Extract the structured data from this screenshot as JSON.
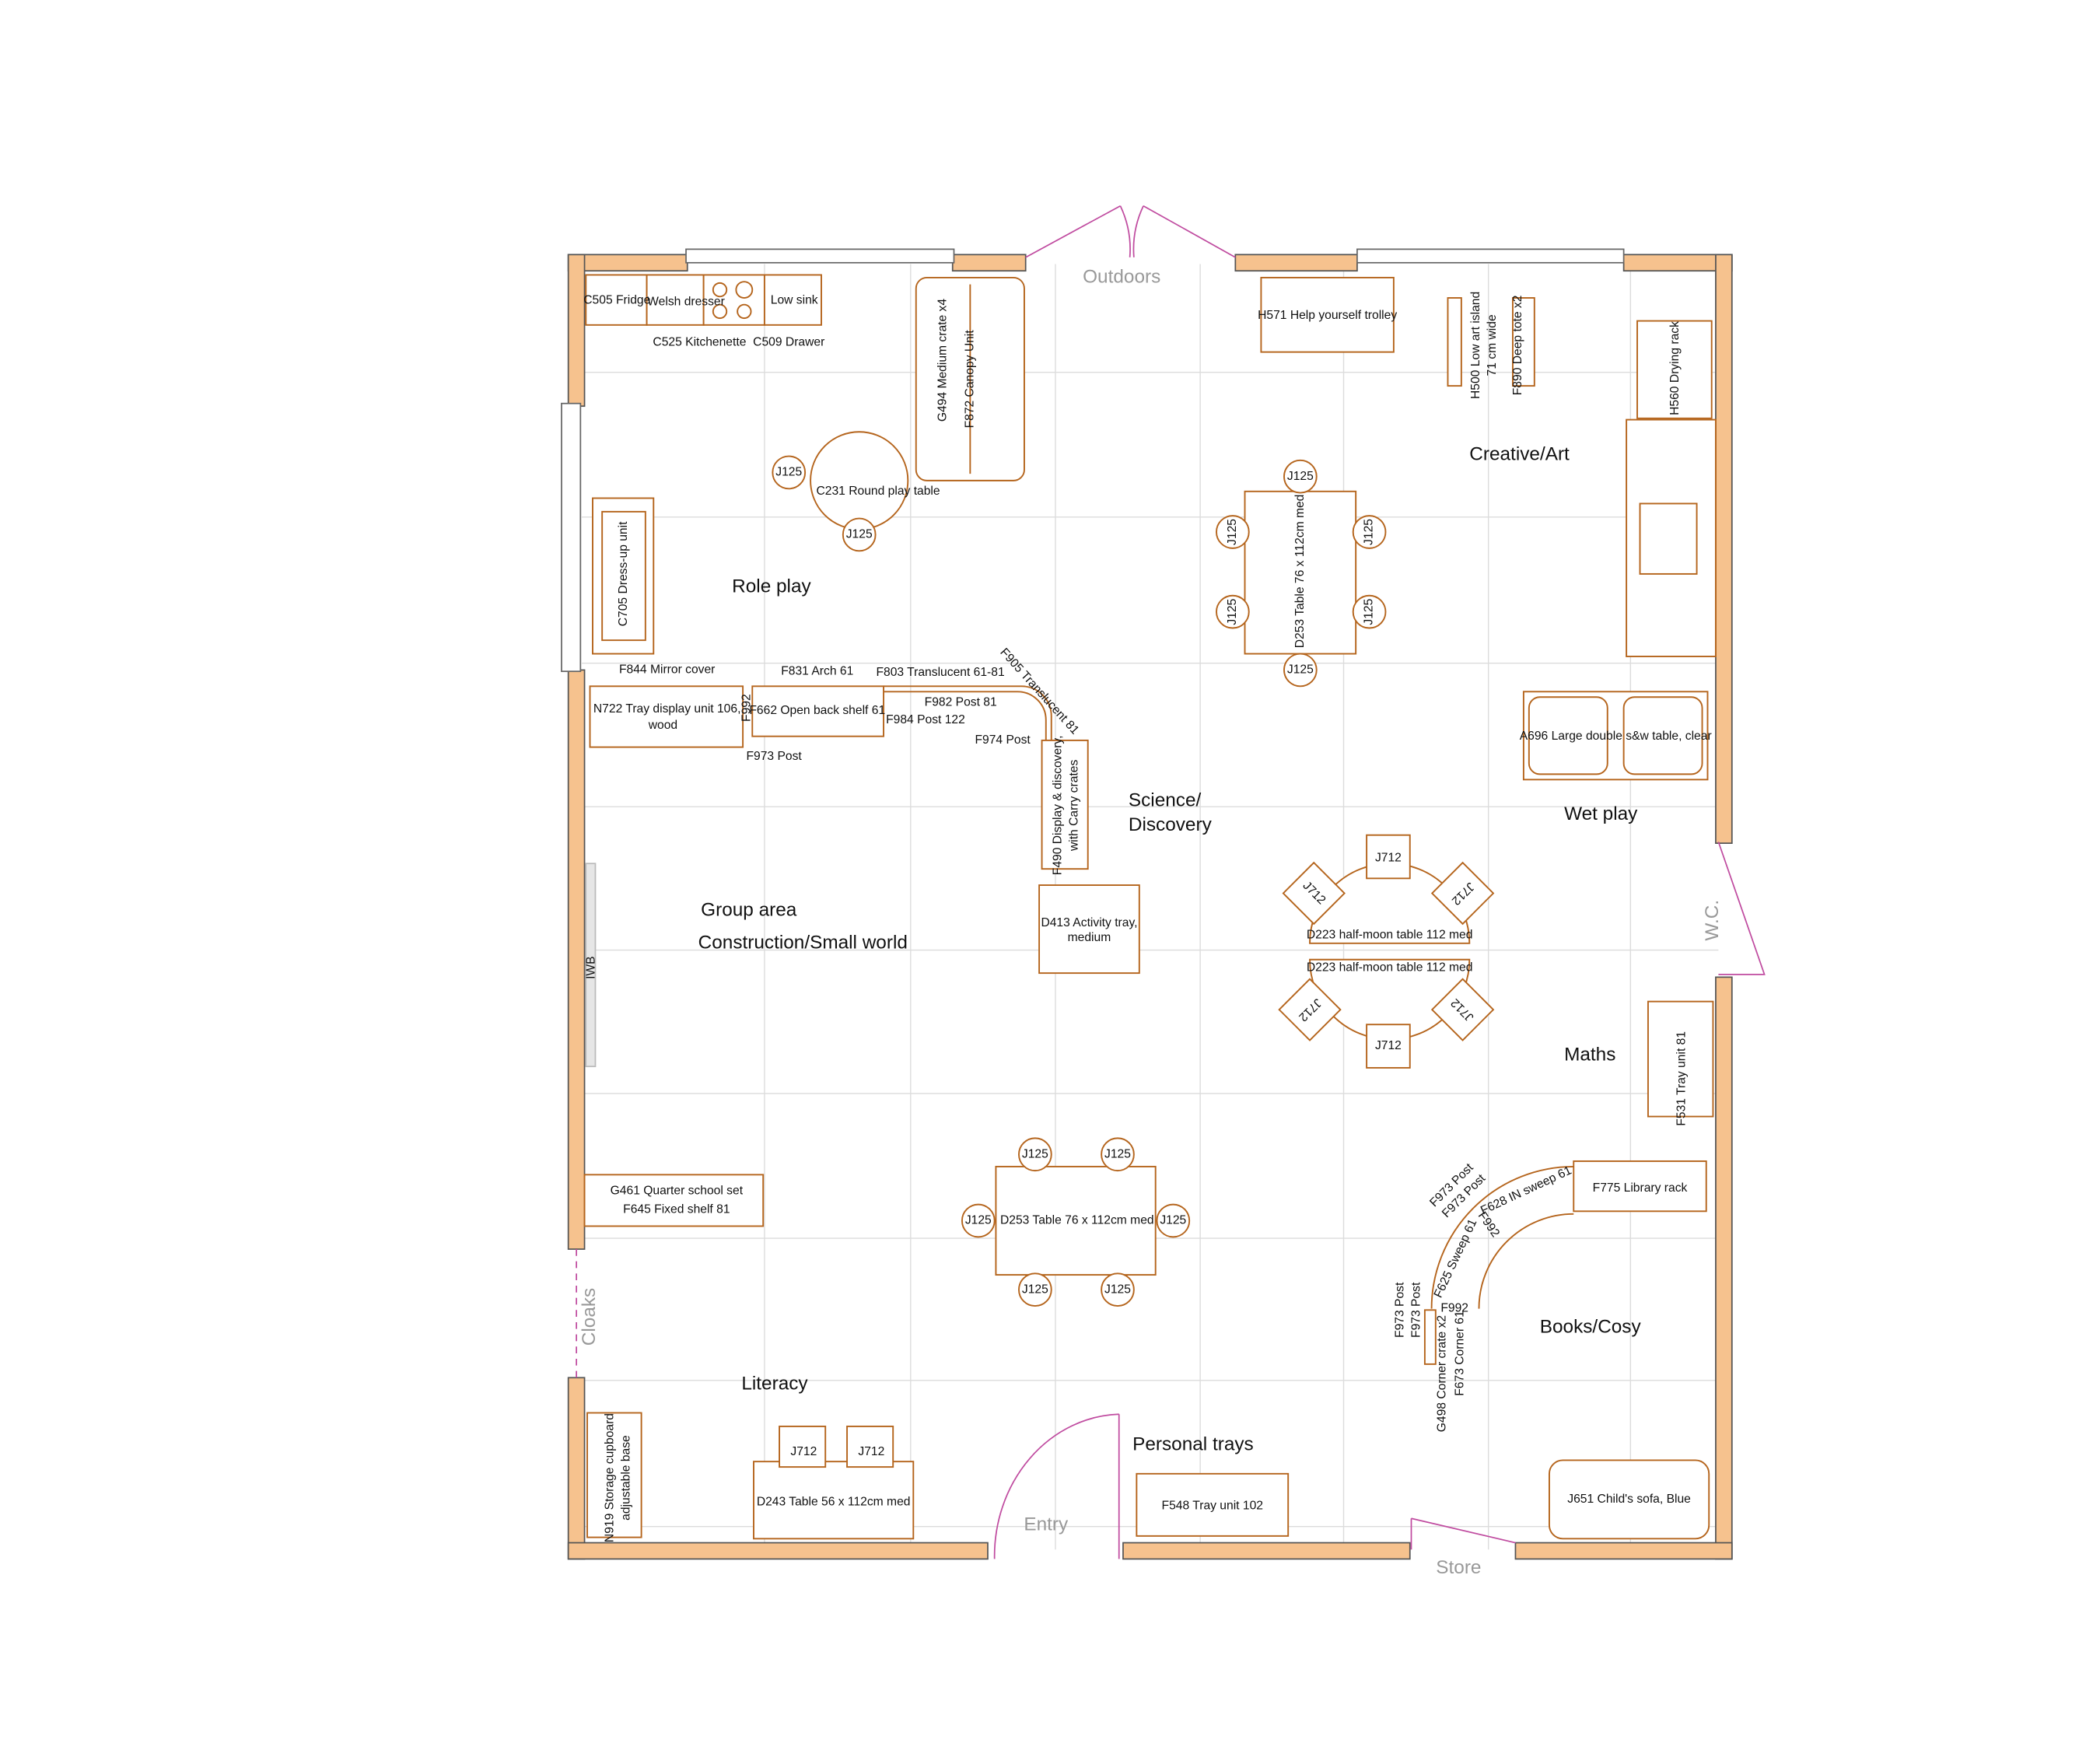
{
  "zones": {
    "outdoors": "Outdoors",
    "role_play": "Role play",
    "creative_art": "Creative/Art",
    "science_1": "Science/",
    "science_2": "Discovery",
    "wet_play": "Wet play",
    "group_area": "Group area",
    "construction": "Construction/Small world",
    "maths": "Maths",
    "books": "Books/Cosy",
    "literacy": "Literacy",
    "personal_trays": "Personal trays",
    "entry": "Entry",
    "store": "Store",
    "wc": "W.C.",
    "cloaks": "Cloaks",
    "iwb": "IWB"
  },
  "furniture": {
    "c505": "C505 Fridge",
    "welsh": "Welsh dresser",
    "low_sink": "Low sink",
    "c525": "C525 Kitchenette",
    "c509": "C509 Drawer",
    "g494": "G494 Medium crate x4",
    "f872": "F872 Canopy Unit",
    "c231": "C231 Round play table",
    "c705": "C705 Dress-up unit",
    "h571": "H571 Help yourself trolley",
    "h500_1": "H500 Low art island",
    "h500_2": "71 cm wide",
    "f890": "F890 Deep tote x2",
    "h560": "H560 Drying rack",
    "d253_top": "D253 Table 76 x 112cm med",
    "f844": "F844 Mirror cover",
    "f831": "F831 Arch 61",
    "f803": "F803 Translucent 61-81",
    "f905": "F905 Translucent 81",
    "n722_1": "N722 Tray display unit 106,",
    "n722_2": "wood",
    "f992": "F992",
    "f662": "F662 Open back shelf 61",
    "f982": "F982 Post 81",
    "f984": "F984 Post 122",
    "f973": "F973 Post",
    "f974": "F974 Post",
    "f490_1": "F490 Display & discovery,",
    "f490_2": "with Carry crates",
    "a696": "A696 Large double s&w table, clear",
    "d413_1": "D413 Activity tray,",
    "d413_2": "medium",
    "d223": "D223 half-moon table 112 med",
    "f531": "F531 Tray unit 81",
    "g461": "G461 Quarter school set",
    "f645": "F645 Fixed shelf 81",
    "d253_bottom": "D253 Table 76 x 112cm med",
    "f628": "F628 IN sweep 61",
    "f775": "F775 Library rack",
    "f625": "F625 Sweep 61",
    "g498": "G498 Corner crate x2",
    "f673": "F673 Corner 61",
    "n919_1": "N919 Storage cupboard",
    "n919_2": "adjustable base",
    "d243": "D243 Table 56 x 112cm med",
    "f548": "F548 Tray unit 102",
    "j651": "J651 Child's sofa, Blue",
    "j125": "J125",
    "j712": "J712"
  },
  "colors": {
    "wall": "#f6c28e",
    "furniture": "#b5651d",
    "door": "#c04ca0",
    "grid": "#dcdcdc"
  }
}
